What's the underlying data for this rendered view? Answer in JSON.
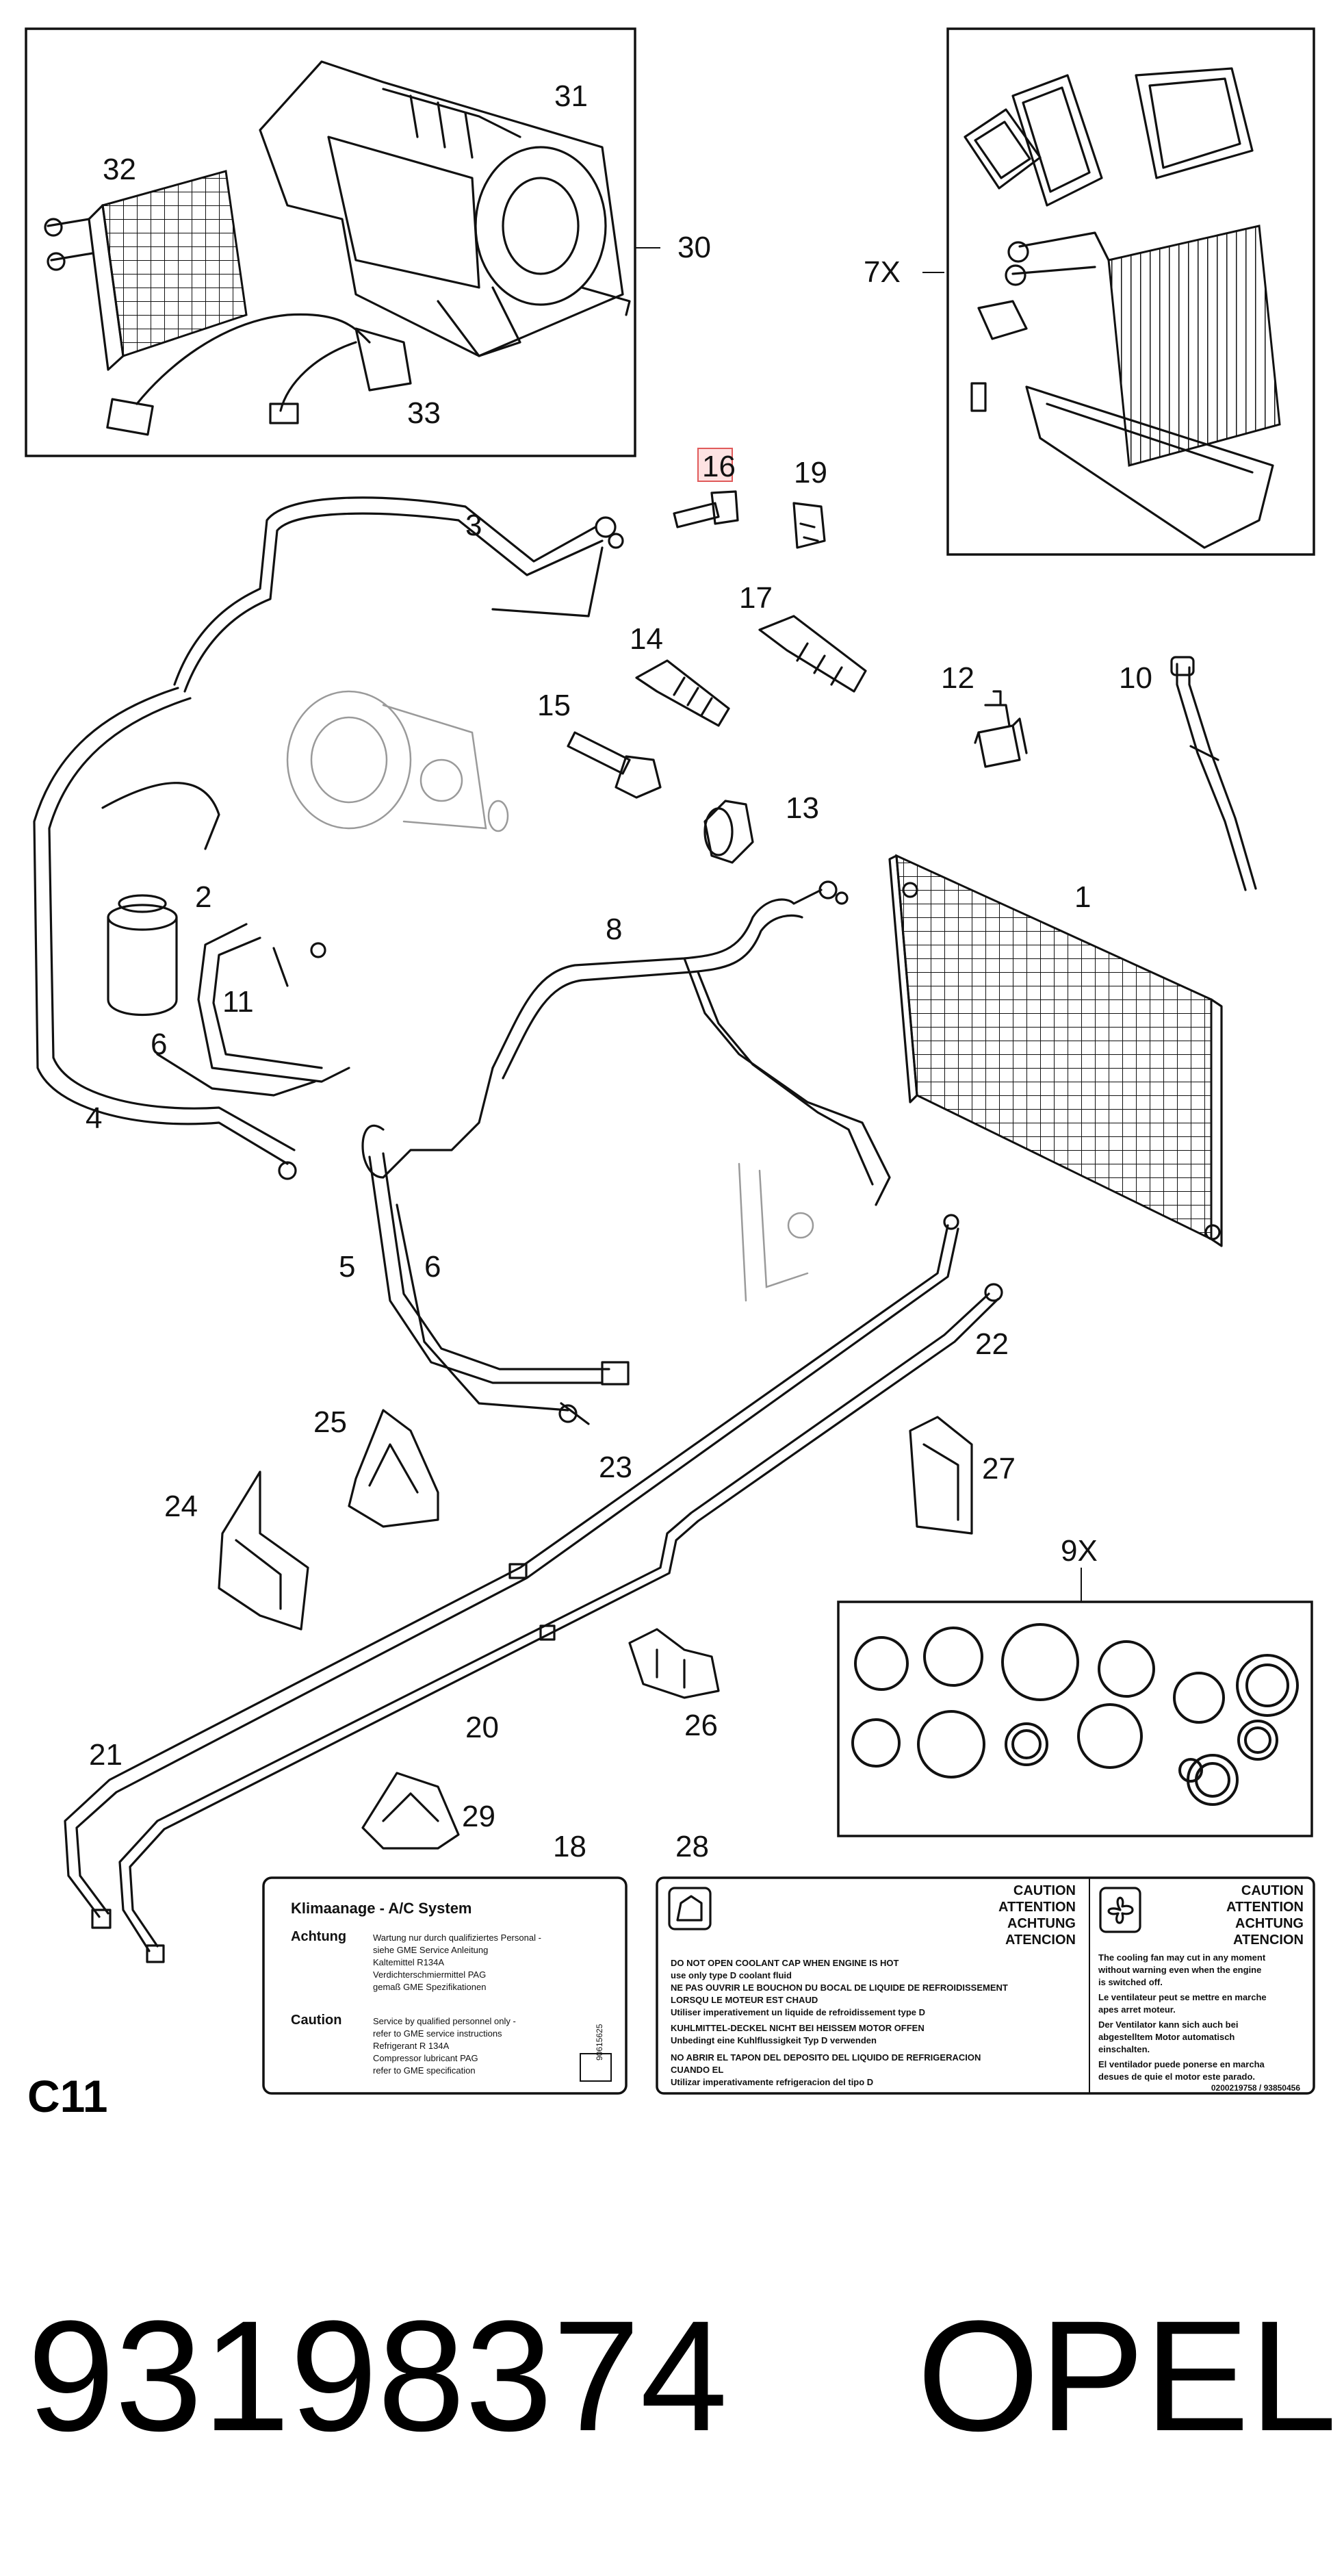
{
  "callouts": {
    "c1": "1",
    "c2": "2",
    "c3": "3",
    "c4": "4",
    "c5": "5",
    "c6a": "6",
    "c6b": "6",
    "c7x": "7X",
    "c8": "8",
    "c9x": "9X",
    "c10": "10",
    "c11": "11",
    "c12": "12",
    "c13": "13",
    "c14": "14",
    "c15": "15",
    "c16": "16",
    "c17": "17",
    "c18": "18",
    "c19": "19",
    "c20": "20",
    "c21": "21",
    "c22": "22",
    "c23": "23",
    "c24": "24",
    "c25": "25",
    "c26": "26",
    "c27": "27",
    "c28": "28",
    "c29": "29",
    "c30": "30",
    "c31": "31",
    "c32": "32",
    "c33": "33"
  },
  "highlighted_callout": "16",
  "section_code": "C11",
  "label_18": {
    "title": "Klimaanage - A/C System",
    "achtung_head": "Achtung",
    "achtung_lines": [
      "Wartung nur durch qualifiziertes Personal -",
      "siehe GME Service Anleitung",
      "Kaltemittel R134A",
      "Verdichterschmiermittel PAG",
      "gemaß GME Spezifikationen"
    ],
    "caution_head": "Caution",
    "caution_lines": [
      "Service by qualified personnel only -",
      "refer to GME service instructions",
      "Refrigerant R 134A",
      "Compressor lubricant PAG",
      "refer to GME specification"
    ],
    "side_code": "90615625"
  },
  "label_28": {
    "left_heading": [
      "CAUTION",
      "ATTENTION",
      "ACHTUNG",
      "ATENCION"
    ],
    "left_lines": [
      "DO NOT OPEN COOLANT CAP WHEN ENGINE IS HOT",
      "use only type D coolant fluid",
      "NE PAS OUVRIR LE BOUCHON DU BOCAL DE LIQUIDE DE REFROIDISSEMENT",
      "LORSQU LE MOTEUR EST CHAUD",
      "Utiliser imperativement un liquide de refroidissement type D",
      "KUHLMITTEL-DECKEL NICHT BEI HEISSEM MOTOR OFFEN",
      "Unbedingt eine Kuhlflussigkeit Typ D verwenden",
      "NO ABRIR EL TAPON DEL DEPOSITO DEL LIQUIDO DE REFRIGERACION",
      "CUANDO EL",
      "Utilizar imperativamente refrigeracion del tipo D"
    ],
    "right_heading": [
      "CAUTION",
      "ATTENTION",
      "ACHTUNG",
      "ATENCION"
    ],
    "right_lines": [
      "The cooling fan may cut in any moment",
      "without warning even when the engine",
      "is switched off.",
      "Le ventilateur peut se mettre en marche",
      "apes arret moteur.",
      "Der Ventilator kann sich auch bei",
      "abgestelltem Motor automatisch",
      "einschalten.",
      "El ventilador puede ponerse en marcha",
      "desues de quie el motor este parado."
    ],
    "part_numbers": "0200219758 / 93850456"
  },
  "footer": {
    "part_number": "93198374",
    "brand": "OPEL"
  },
  "colors": {
    "line": "#111111",
    "ghost": "#9a9a9a",
    "highlight_fill": "#fde2e2",
    "highlight_stroke": "#e05a5a"
  }
}
